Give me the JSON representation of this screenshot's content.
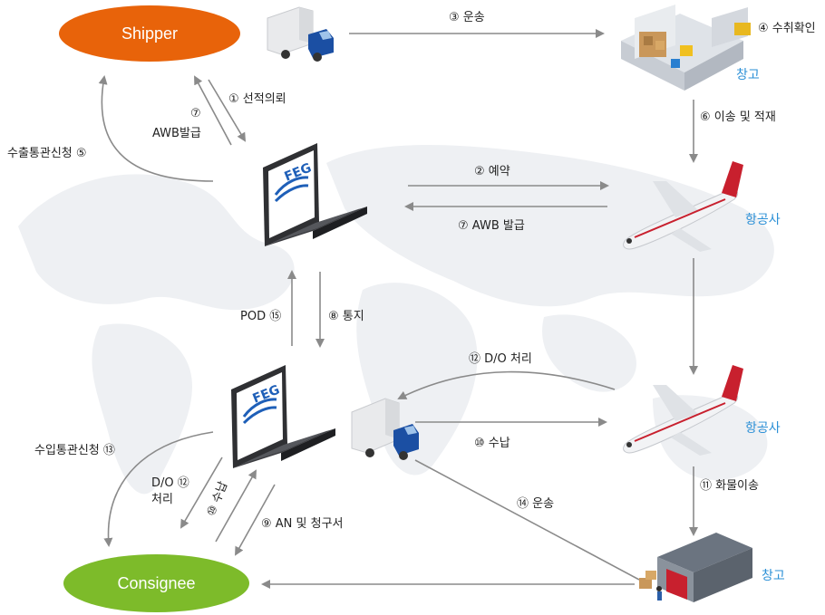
{
  "nodes": {
    "shipper": "Shipper",
    "consignee": "Consignee"
  },
  "places": {
    "warehouse_top": "창고",
    "airline_top": "항공사",
    "airline_bottom": "항공사",
    "warehouse_bottom": "창고"
  },
  "logos": {
    "laptop_brand": "FEG"
  },
  "steps": {
    "s1": "① 선적의뢰",
    "s2": "② 예약",
    "s3": "③ 운송",
    "s4": "④ 수취확인",
    "s5": "수출통관신청 ⑤",
    "s6": "⑥ 이송 및 적재",
    "s7a_num": "⑦",
    "s7a_text": "AWB발급",
    "s7b": "⑦ AWB 발급",
    "s8": "⑧ 통지",
    "s9": "⑨ AN 및 청구서",
    "s10a": "⑩ 수납",
    "s10b": "⑩ 수납",
    "s11": "⑪ 화물이송",
    "s12a": "⑫ D/O 처리",
    "s12b_1": "D/O ⑫",
    "s12b_2": "처리",
    "s13": "수입통관신청 ⑬",
    "s14": "⑭ 운송",
    "s15": "POD ⑮"
  },
  "colors": {
    "shipper": "#e8630a",
    "consignee": "#7dbb2a",
    "arrow": "#8a8a8a",
    "place_label": "#2a8fd6",
    "map": "#eef0f3"
  }
}
